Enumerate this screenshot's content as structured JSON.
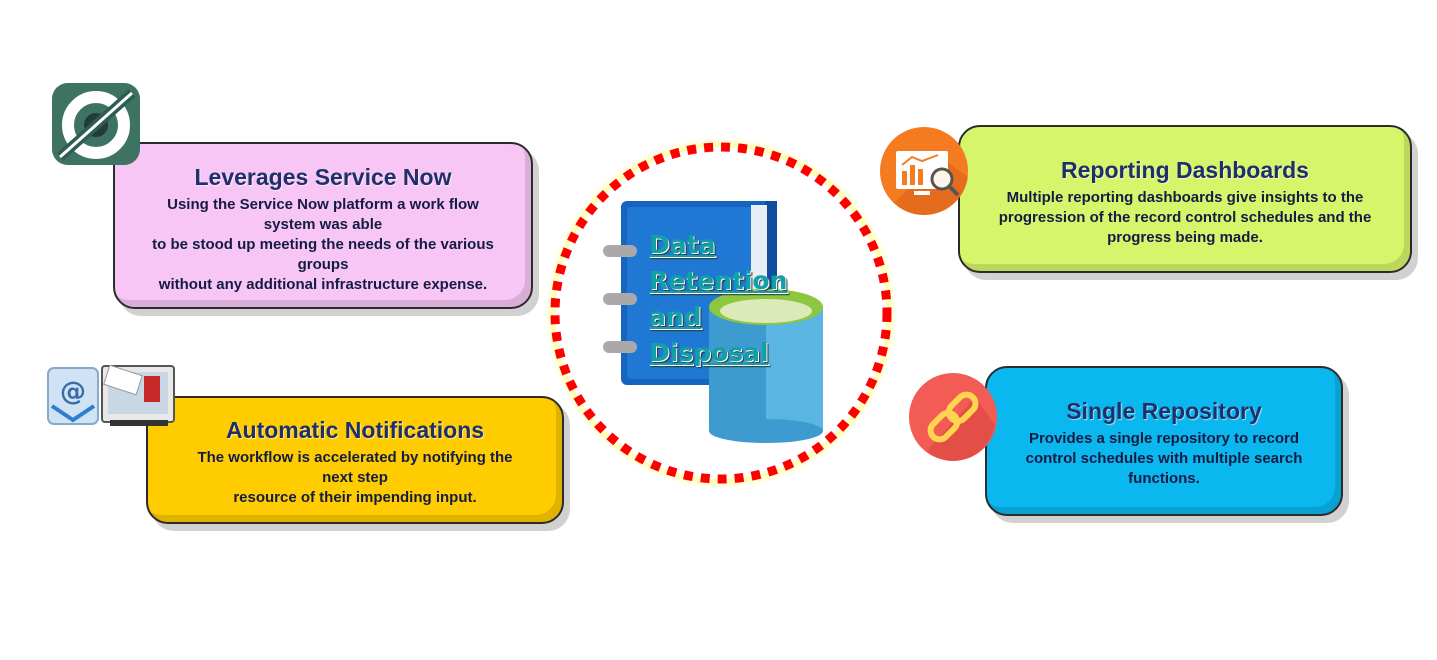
{
  "center": {
    "label_lines": [
      "Data",
      "Retention",
      "and",
      "Disposal"
    ],
    "ring_color": "#ff0000",
    "glow_color": "#ffff33"
  },
  "boxes": {
    "service_now": {
      "title": "Leverages Service Now",
      "lines": [
        "Using the Service Now platform a work flow",
        "system was able",
        "to be stood up meeting the needs of the various",
        "groups",
        "without any additional infrastructure expense."
      ],
      "color": "#f8c6f4",
      "icon": "servicenow-logo-icon"
    },
    "notifications": {
      "title": "Automatic Notifications",
      "lines": [
        "The workflow is accelerated by notifying the",
        "next step",
        "resource of their impending input."
      ],
      "color": "#ffcc00",
      "icon": "email-notification-icon"
    },
    "reporting": {
      "title": "Reporting Dashboards",
      "lines": [
        "Multiple reporting dashboards give insights to the",
        "progression of the record control schedules and the",
        "progress being made."
      ],
      "color": "#d7f56a",
      "icon": "dashboard-chart-icon"
    },
    "repository": {
      "title": "Single Repository",
      "lines": [
        "Provides a single repository to record",
        "control schedules with multiple search",
        "functions."
      ],
      "color": "#0ab8ef",
      "icon": "chain-link-icon"
    }
  }
}
